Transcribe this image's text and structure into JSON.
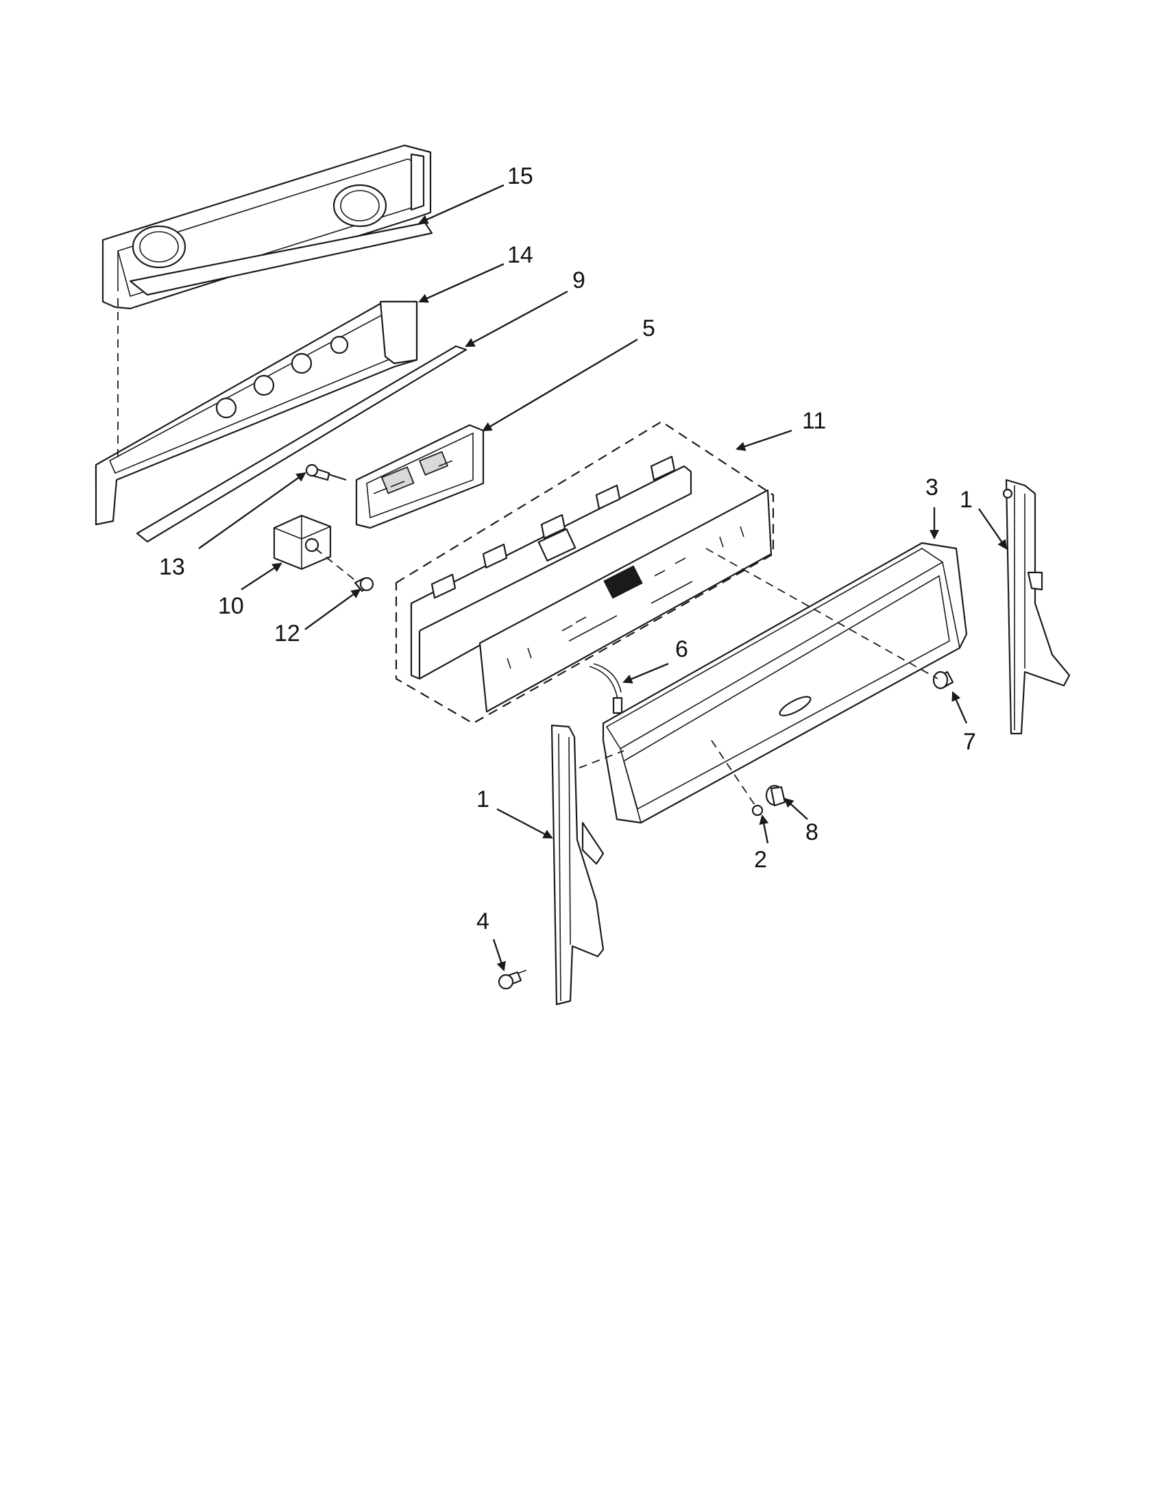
{
  "callouts": [
    {
      "id": "15",
      "text": "15"
    },
    {
      "id": "14",
      "text": "14"
    },
    {
      "id": "9",
      "text": "9"
    },
    {
      "id": "5",
      "text": "5"
    },
    {
      "id": "11",
      "text": "11"
    },
    {
      "id": "3",
      "text": "3"
    },
    {
      "id": "1a",
      "text": "1"
    },
    {
      "id": "13",
      "text": "13"
    },
    {
      "id": "10",
      "text": "10"
    },
    {
      "id": "12",
      "text": "12"
    },
    {
      "id": "6",
      "text": "6"
    },
    {
      "id": "7",
      "text": "7"
    },
    {
      "id": "1b",
      "text": "1"
    },
    {
      "id": "8",
      "text": "8"
    },
    {
      "id": "2",
      "text": "2"
    },
    {
      "id": "4",
      "text": "4"
    }
  ]
}
